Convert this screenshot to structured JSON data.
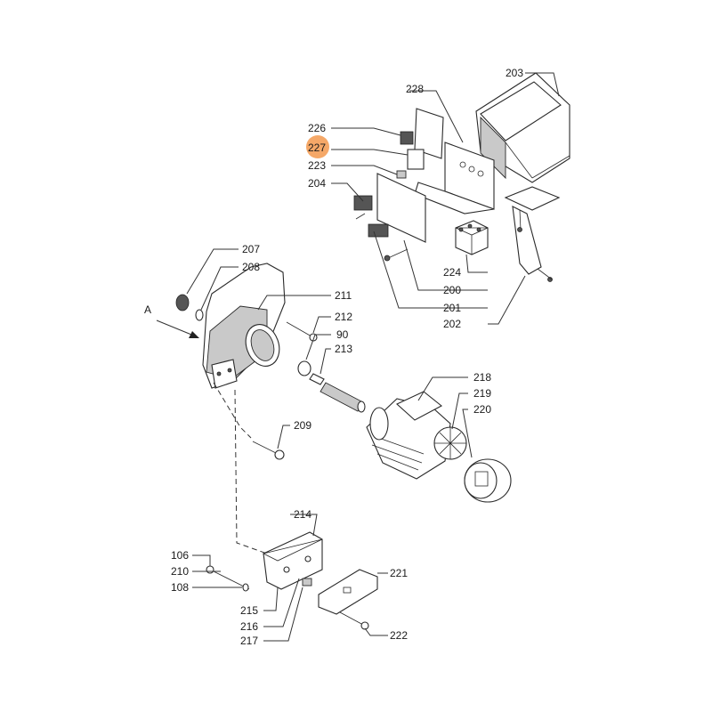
{
  "view_label": "A",
  "highlight": {
    "part": "227",
    "color": "#f5a868"
  },
  "labels": {
    "p203": "203",
    "p228": "228",
    "p226": "226",
    "p227": "227",
    "p223": "223",
    "p204": "204",
    "p224": "224",
    "p200": "200",
    "p201": "201",
    "p202": "202",
    "p207": "207",
    "p208": "208",
    "p211": "211",
    "p212": "212",
    "p90": "90",
    "p213": "213",
    "p218": "218",
    "p219": "219",
    "p220": "220",
    "p209": "209",
    "p214": "214",
    "p106": "106",
    "p210": "210",
    "p108": "108",
    "p221": "221",
    "p215": "215",
    "p216": "216",
    "p217": "217",
    "p222": "222"
  }
}
